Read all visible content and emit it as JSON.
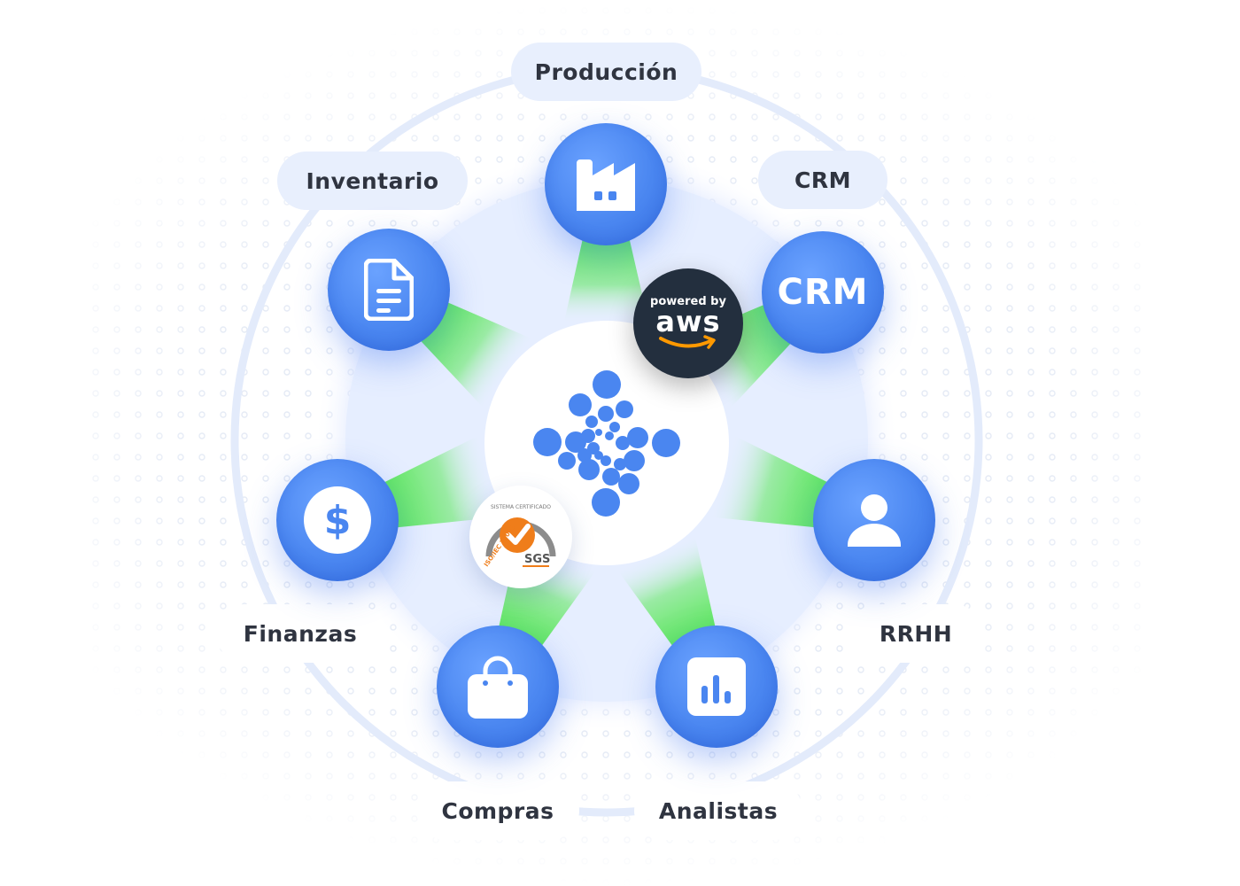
{
  "labels": {
    "produccion": "Producción",
    "inventario": "Inventario",
    "crm": "CRM",
    "finanzas": "Finanzas",
    "rrhh": "RRHH",
    "compras": "Compras",
    "analistas": "Analistas"
  },
  "nodes": {
    "produccion_icon": "factory-icon",
    "inventario_icon": "document-icon",
    "crm_text": "CRM",
    "finanzas_icon": "dollar-icon",
    "rrhh_icon": "person-icon",
    "compras_icon": "shopping-bag-icon",
    "analistas_icon": "bar-chart-icon"
  },
  "badges": {
    "aws_line1": "powered by",
    "aws_line2": "aws",
    "iso_top": "SISTEMA CERTIFICADO",
    "iso_left": "ISO/IEC 27001",
    "iso_brand": "SGS"
  },
  "colors": {
    "node_blue": "#4a86f0",
    "connector_green": "#5ce85a",
    "label_bg": "#e8effd",
    "aws_dark": "#232f3e",
    "aws_orange": "#ff9900",
    "iso_orange": "#ef7d1a"
  }
}
